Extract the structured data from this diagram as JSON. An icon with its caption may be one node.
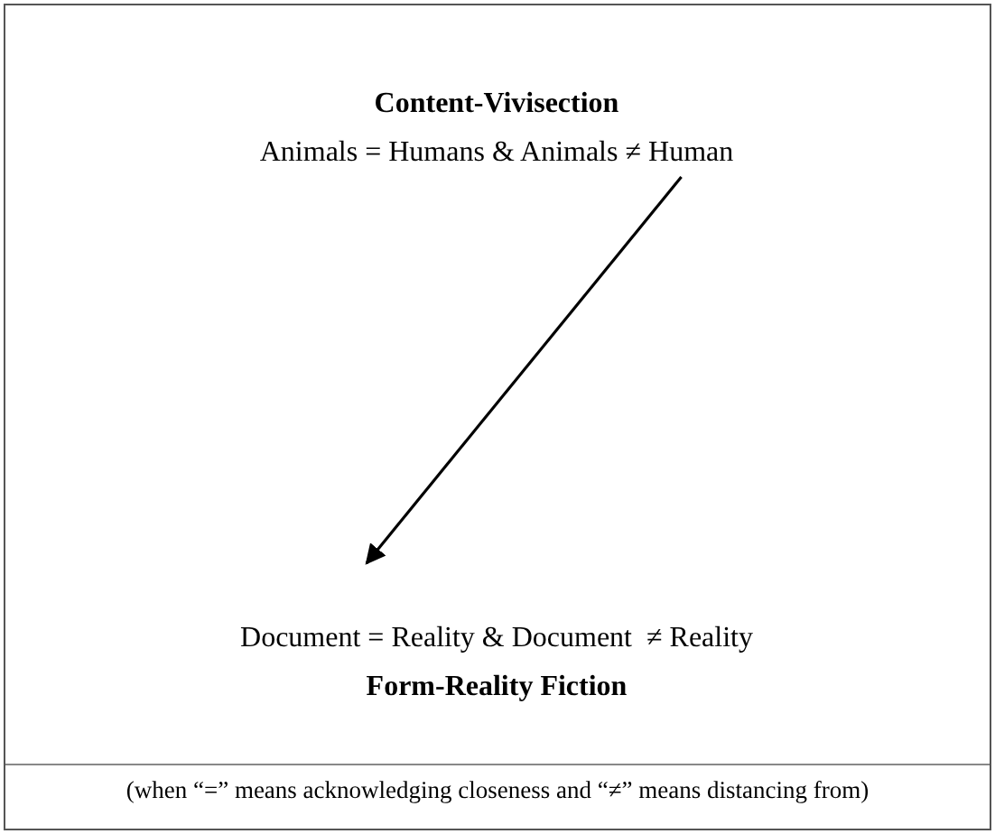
{
  "diagram": {
    "nodes": [
      {
        "text": [
          "Content-Vivisection",
          "Animals = Humans & Animals ≠ Human"
        ]
      },
      {
        "text": [
          "Document = Reality & Document  ≠ Reality",
          "Form-Reality Fiction"
        ]
      }
    ],
    "edges": [
      {
        "from": 0,
        "to": 1,
        "arrow": "to"
      }
    ],
    "caption": "(when “=” means acknowledging closeness and “≠” means distancing from)"
  }
}
